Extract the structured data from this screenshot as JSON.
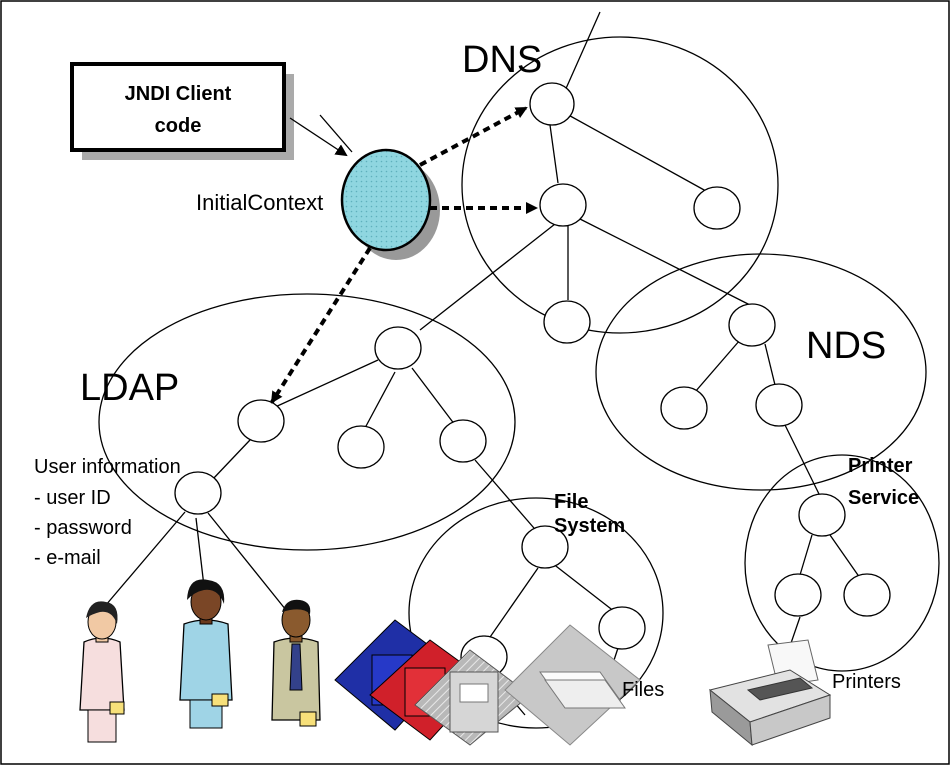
{
  "client_box": {
    "line1": "JNDI Client",
    "line2": "code"
  },
  "initial_context": {
    "label": "InitialContext",
    "color": "#8fd6e0"
  },
  "namespaces": {
    "dns": "DNS",
    "nds": "NDS",
    "ldap": "LDAP",
    "file_system": {
      "line1": "File",
      "line2": "System"
    },
    "printer_service": {
      "line1": "Printer",
      "line2": "Service"
    }
  },
  "user_info": {
    "title": "User information",
    "items": [
      "- user ID",
      "- password",
      "- e-mail"
    ]
  },
  "resources": {
    "files": "Files",
    "printers": "Printers"
  }
}
